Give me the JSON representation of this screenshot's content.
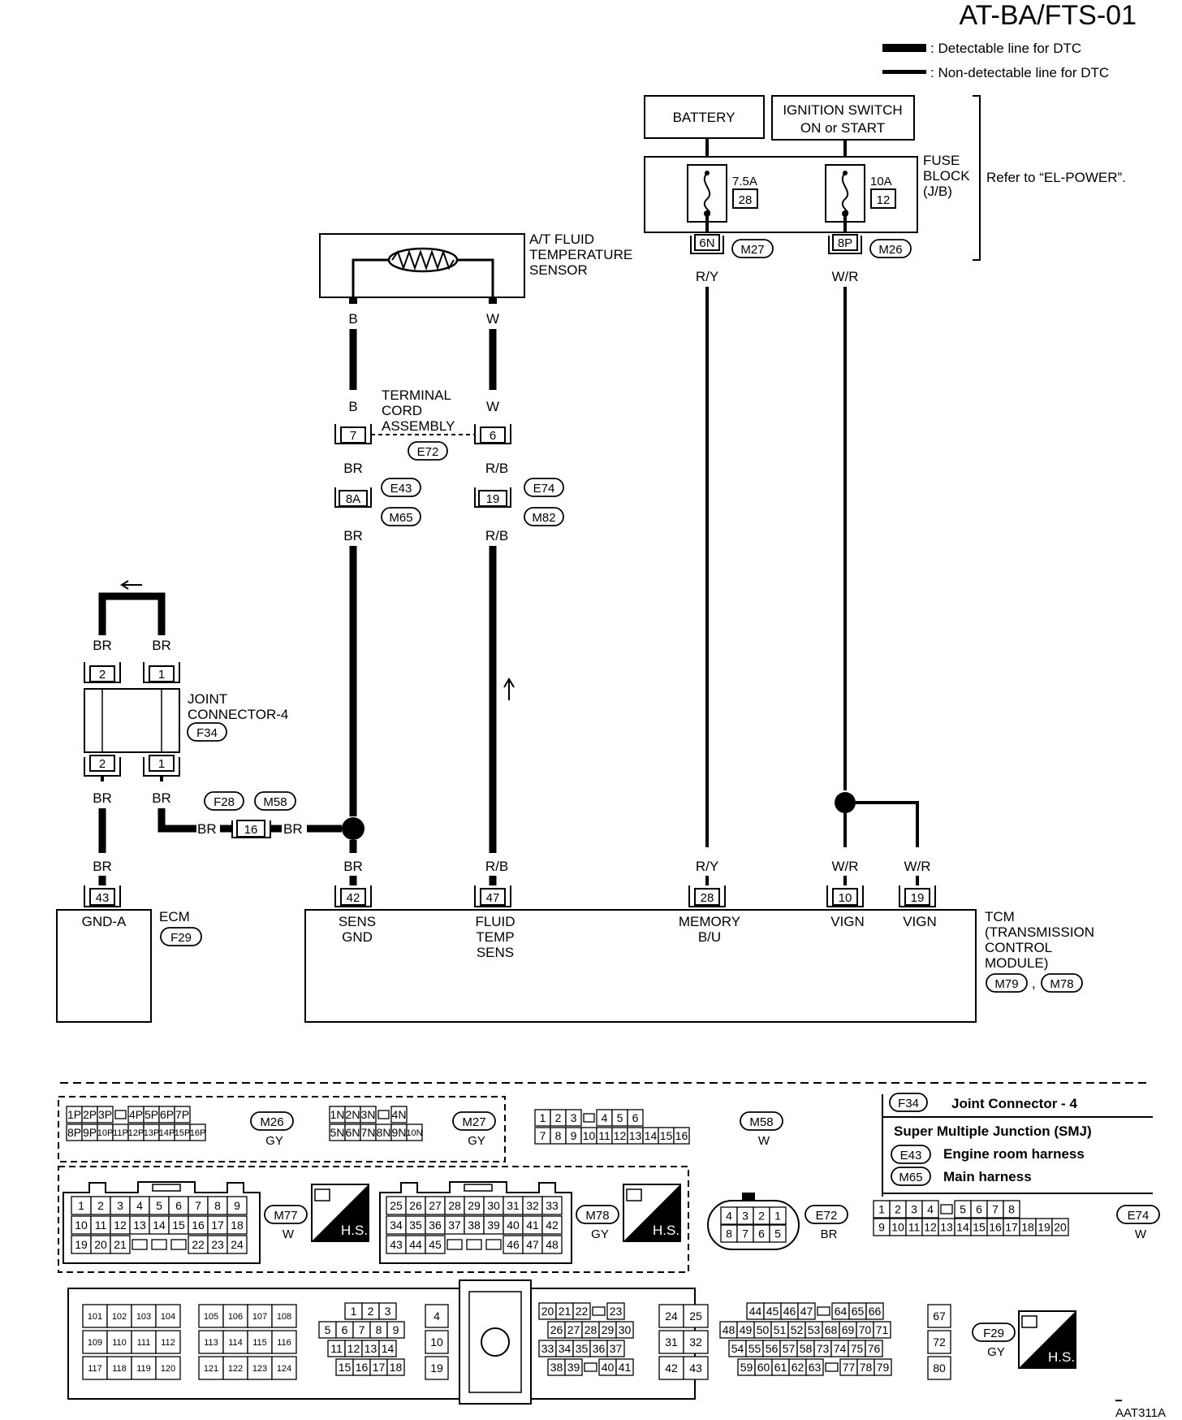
{
  "page": {
    "title": "AT-BA/FTS-01",
    "figure_id": "AAT311A",
    "legend": {
      "detectable": ": Detectable line for DTC",
      "non_detectable": ": Non-detectable line for DTC"
    }
  },
  "power": {
    "battery": "BATTERY",
    "ign_line1": "IGNITION SWITCH",
    "ign_line2": "ON or START",
    "fuse_block_1": "FUSE",
    "fuse_block_2": "BLOCK",
    "fuse_block_3": "(J/B)",
    "refer": "Refer to “EL-POWER”.",
    "fuse1_amp": "7.5A",
    "fuse1_num": "28",
    "fuse2_amp": "10A",
    "fuse2_num": "12",
    "conn1_pin": "6N",
    "conn1_id": "M27",
    "conn2_pin": "8P",
    "conn2_id": "M26",
    "wire1": "R/Y",
    "wire2": "W/R"
  },
  "sensor": {
    "line1": "A/T FLUID",
    "line2": "TEMPERATURE",
    "line3": "SENSOR",
    "wire_b": "B",
    "wire_w": "W"
  },
  "terminal_cord": {
    "line1": "TERMINAL",
    "line2": "CORD",
    "line3": "ASSEMBLY",
    "pin_left": "7",
    "pin_right": "6",
    "id": "E72"
  },
  "wires": {
    "br": "BR",
    "rb": "R/B",
    "b": "B",
    "w": "W",
    "ry": "R/Y",
    "wr": "W/R"
  },
  "connectors": {
    "c8a": "8A",
    "c19": "19",
    "e43": "E43",
    "m65": "M65",
    "e74": "E74",
    "m82": "M82",
    "f28": "F28",
    "m58": "M58",
    "c16": "16"
  },
  "joint_connector": {
    "line1": "JOINT",
    "line2": "CONNECTOR-4",
    "id": "F34",
    "pin1": "1",
    "pin2": "2"
  },
  "ecm": {
    "label": "ECM",
    "id": "F29",
    "pin": "43",
    "terminal": "GND-A"
  },
  "tcm": {
    "line1": "TCM",
    "line2": "(TRANSMISSION",
    "line3": "CONTROL",
    "line4": "MODULE)",
    "id1": "M79",
    "id2": "M78",
    "sep": ",",
    "pins": [
      {
        "pin": "42",
        "l1": "SENS",
        "l2": "GND",
        "l3": ""
      },
      {
        "pin": "47",
        "l1": "FLUID",
        "l2": "TEMP",
        "l3": "SENS"
      },
      {
        "pin": "28",
        "l1": "MEMORY",
        "l2": "B/U",
        "l3": ""
      },
      {
        "pin": "10",
        "l1": "VIGN",
        "l2": "",
        "l3": ""
      },
      {
        "pin": "19",
        "l1": "VIGN",
        "l2": "",
        "l3": ""
      }
    ]
  },
  "connector_views": {
    "m26": {
      "id": "M26",
      "color": "GY",
      "top": [
        "1P",
        "2P",
        "3P",
        "",
        "4P",
        "5P",
        "6P",
        "7P"
      ],
      "bottom": [
        "8P",
        "9P",
        "10P",
        "11P",
        "12P",
        "13P",
        "14P",
        "15P",
        "16P"
      ]
    },
    "m27": {
      "id": "M27",
      "color": "GY",
      "top": [
        "1N",
        "2N",
        "3N",
        "",
        "4N"
      ],
      "bottom": [
        "5N",
        "6N",
        "7N",
        "8N",
        "9N",
        "10N"
      ]
    },
    "m58": {
      "id": "M58",
      "color": "W",
      "top": [
        "1",
        "2",
        "3",
        "",
        "4",
        "5",
        "6"
      ],
      "bottom": [
        "7",
        "8",
        "9",
        "10",
        "11",
        "12",
        "13",
        "14",
        "15",
        "16"
      ]
    },
    "m77": {
      "id": "M77",
      "color": "W",
      "rows": [
        [
          "1",
          "2",
          "3",
          "4",
          "5",
          "6",
          "7",
          "8",
          "9"
        ],
        [
          "10",
          "11",
          "12",
          "13",
          "14",
          "15",
          "16",
          "17",
          "18"
        ],
        [
          "19",
          "20",
          "21",
          "",
          "",
          "",
          "22",
          "23",
          "24"
        ]
      ]
    },
    "m78": {
      "id": "M78",
      "color": "GY",
      "rows": [
        [
          "25",
          "26",
          "27",
          "28",
          "29",
          "30",
          "31",
          "32",
          "33"
        ],
        [
          "34",
          "35",
          "36",
          "37",
          "38",
          "39",
          "40",
          "41",
          "42"
        ],
        [
          "43",
          "44",
          "45",
          "",
          "",
          "",
          "46",
          "47",
          "48"
        ]
      ]
    },
    "e72": {
      "id": "E72",
      "color": "BR",
      "top": [
        "4",
        "3",
        "2",
        "1"
      ],
      "bottom": [
        "8",
        "7",
        "6",
        "5"
      ]
    },
    "e74": {
      "id": "E74",
      "color": "W",
      "top": [
        "1",
        "2",
        "3",
        "4",
        "",
        "5",
        "6",
        "7",
        "8"
      ],
      "bottom": [
        "9",
        "10",
        "11",
        "12",
        "13",
        "14",
        "15",
        "16",
        "17",
        "18",
        "19",
        "20"
      ]
    },
    "f29": {
      "id": "F29",
      "color": "GY",
      "g1": [
        [
          "101",
          "102",
          "103",
          "104"
        ],
        [
          "109",
          "110",
          "111",
          "112"
        ],
        [
          "117",
          "118",
          "119",
          "120"
        ]
      ],
      "g2": [
        [
          "105",
          "106",
          "107",
          "108"
        ],
        [
          "113",
          "114",
          "115",
          "116"
        ],
        [
          "121",
          "122",
          "123",
          "124"
        ]
      ],
      "g3": [
        [
          "1",
          "2",
          "3"
        ],
        [
          "5",
          "6",
          "7",
          "8",
          "9"
        ],
        [
          "11",
          "12",
          "13",
          "14"
        ],
        [
          "15",
          "16",
          "17",
          "18"
        ]
      ],
      "g4": [
        "4",
        "10",
        "19"
      ],
      "g5": [
        [
          "20",
          "21",
          "22",
          "",
          "23"
        ],
        [
          "26",
          "27",
          "28",
          "29",
          "30"
        ],
        [
          "33",
          "34",
          "35",
          "36",
          "37"
        ],
        [
          "38",
          "39",
          "",
          "40",
          "41"
        ]
      ],
      "g6": [
        [
          "24",
          "25"
        ],
        [
          "31",
          "32"
        ],
        [
          "42",
          "43"
        ]
      ],
      "g7": [
        [
          "44",
          "45",
          "46",
          "47",
          "",
          "64",
          "65",
          "66"
        ],
        [
          "48",
          "49",
          "50",
          "51",
          "52",
          "53",
          "68",
          "69",
          "70",
          "71"
        ],
        [
          "54",
          "55",
          "56",
          "57",
          "58",
          "73",
          "74",
          "75",
          "76"
        ],
        [
          "59",
          "60",
          "61",
          "62",
          "63",
          "",
          "77",
          "78",
          "79"
        ]
      ],
      "g8": [
        "67",
        "72",
        "80"
      ]
    }
  },
  "legend_box": {
    "f34": "F34",
    "jc": "Joint Connector - 4",
    "smj": "Super Multiple Junction (SMJ)",
    "e43": "E43",
    "engine": "Engine room harness",
    "m65": "M65",
    "main": "Main harness"
  },
  "hs": "H.S."
}
